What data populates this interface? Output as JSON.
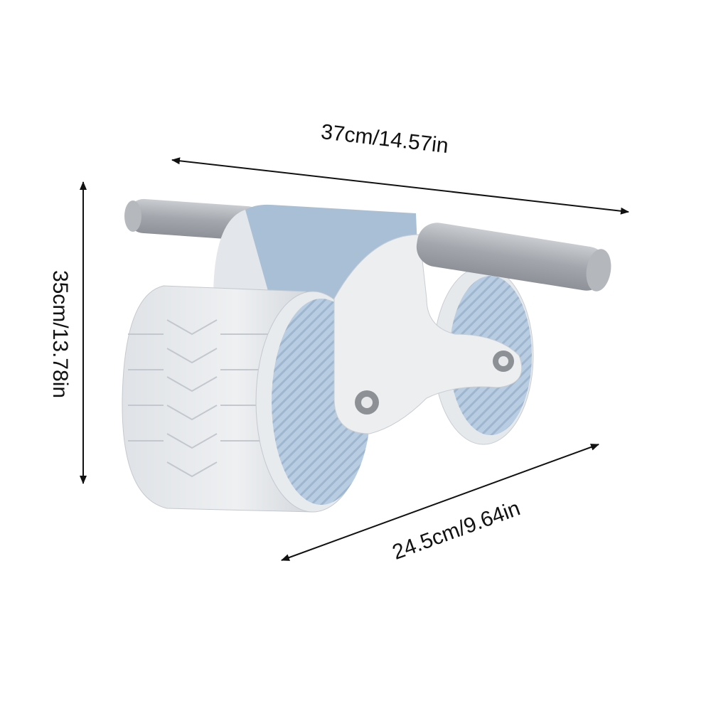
{
  "dimensions": {
    "width_label": "37cm/14.57in",
    "height_label": "35cm/13.78in",
    "depth_label": "24.5cm/9.64in"
  },
  "colors": {
    "handle": "#a9adb3",
    "panel_blue": "#a9bfd6",
    "wheel_white": "#e4e7eb",
    "wheel_face_blue": "#b7cbe0",
    "arrow": "#111111"
  }
}
